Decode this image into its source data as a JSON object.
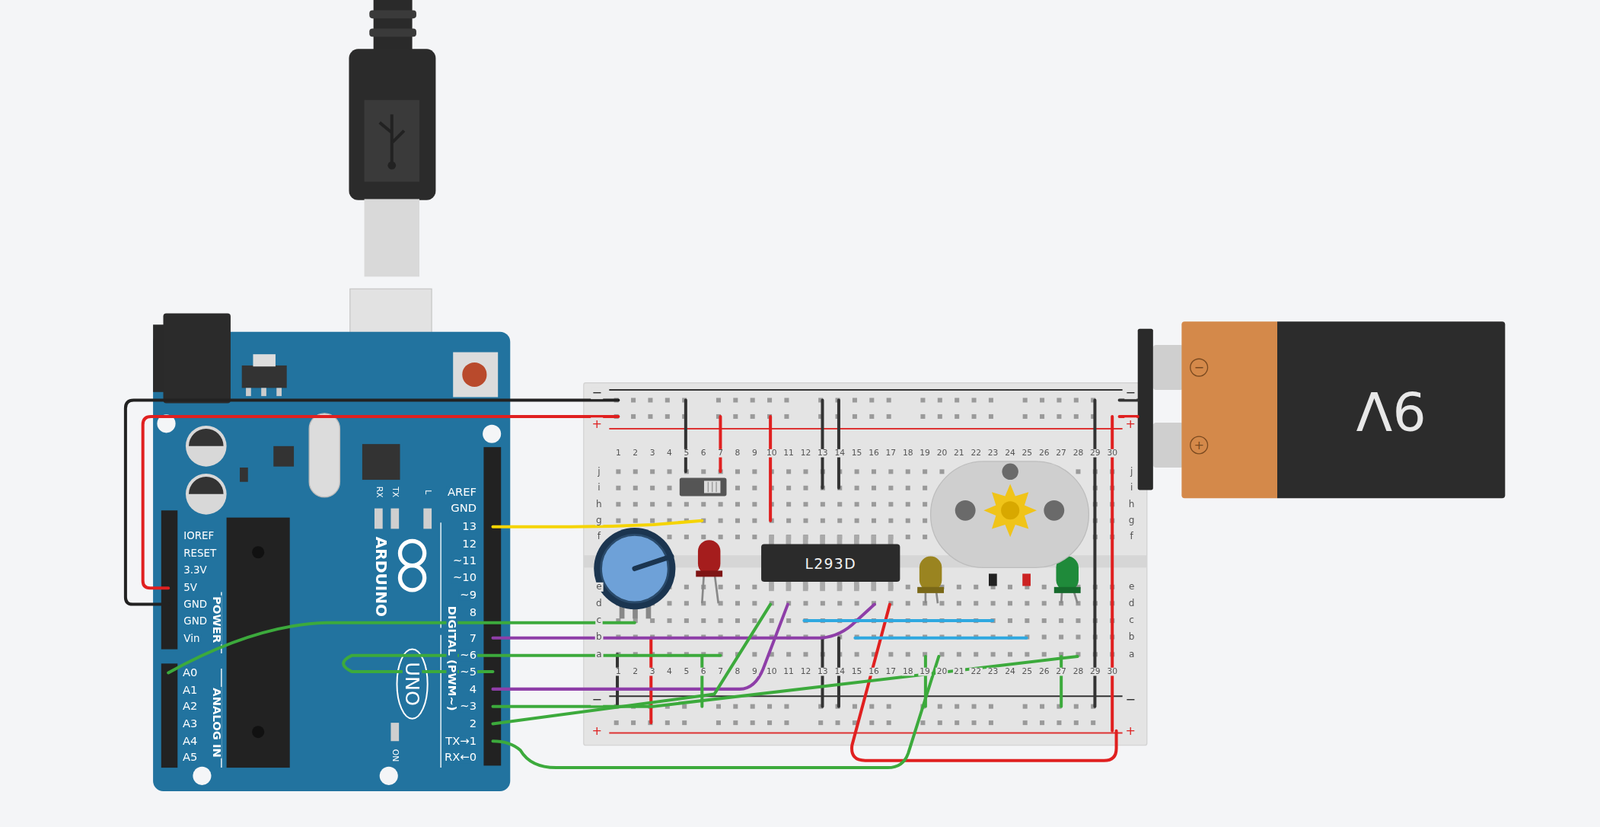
{
  "diagram": {
    "nodes": [
      {
        "text": [
          "L293D"
        ]
      },
      {
        "text": [
          "9V"
        ]
      }
    ],
    "labels": [
      "AREF",
      "GND",
      "13",
      "12",
      "~11",
      "~10",
      "~9",
      "8",
      "7",
      "~6",
      "~5",
      "4",
      "~3",
      "2",
      "TX→1",
      "RX←0",
      "DIGITAL (PWM~)",
      "ARDUINO",
      "UNO",
      "RX",
      "TX",
      "L",
      "ON",
      "IOREF",
      "RESET",
      "3.3V",
      "5V",
      "GND",
      "GND",
      "Vin",
      "POWER",
      "A0",
      "A1",
      "A2",
      "A3",
      "A4",
      "A5",
      "ANALOG IN",
      "1",
      "2",
      "3",
      "4",
      "5",
      "6",
      "7",
      "8",
      "9",
      "10",
      "11",
      "12",
      "13",
      "14",
      "15",
      "16",
      "17",
      "18",
      "19",
      "20",
      "21",
      "22",
      "23",
      "24",
      "25",
      "26",
      "27",
      "28",
      "29",
      "30",
      "1",
      "2",
      "3",
      "4",
      "5",
      "6",
      "7",
      "8",
      "9",
      "10",
      "11",
      "12",
      "13",
      "14",
      "15",
      "16",
      "17",
      "18",
      "19",
      "20",
      "21",
      "22",
      "23",
      "24",
      "25",
      "26",
      "27",
      "28",
      "29",
      "30",
      "j",
      "i",
      "h",
      "g",
      "f",
      "e",
      "d",
      "c",
      "b",
      "a",
      "j",
      "i",
      "h",
      "g",
      "f",
      "e",
      "d",
      "c",
      "b",
      "a",
      "−",
      "+",
      "−",
      "+",
      "−",
      "+",
      "−",
      "+",
      "−",
      "+"
    ]
  }
}
